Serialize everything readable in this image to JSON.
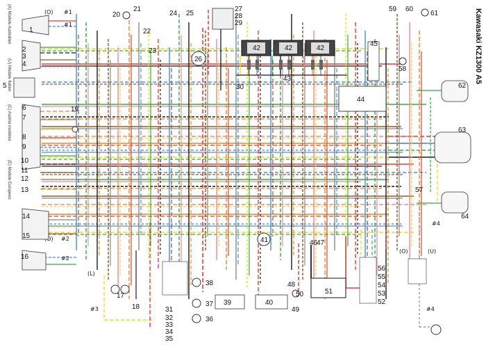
{
  "diagram": {
    "title": "Kawasaki KZ1300 A5",
    "side_notes": [
      "(A) Modele Australien",
      "(U) Modele Italien",
      "(C) Austria modeles",
      "(E) Modele Europees"
    ],
    "symbols": {
      "o": "(O)",
      "u": "(U)",
      "h1": "#1",
      "h2": "#2",
      "h3": "#3",
      "h4": "#4",
      "l": "(L)"
    },
    "labels": [
      "1",
      "2",
      "3",
      "4",
      "5",
      "6",
      "7",
      "8",
      "9",
      "10",
      "11",
      "12",
      "13",
      "14",
      "15",
      "16",
      "17",
      "18",
      "19",
      "20",
      "21",
      "22",
      "23",
      "24",
      "25",
      "26",
      "27",
      "28",
      "29",
      "30",
      "31",
      "32",
      "33",
      "34",
      "35",
      "36",
      "37",
      "38",
      "39",
      "40",
      "41",
      "42",
      "43",
      "44",
      "45",
      "46",
      "47",
      "48",
      "49",
      "50",
      "51",
      "52",
      "53",
      "54",
      "55",
      "56",
      "57",
      "58",
      "59",
      "60",
      "61",
      "62",
      "63",
      "64"
    ],
    "colors": {
      "red": "#d6453a",
      "yellow": "#eadc2a",
      "blue": "#4a8fd6",
      "green": "#3aa84a",
      "black": "#1a1a1a",
      "brown": "#8a5a2a",
      "pink": "#e58aa6",
      "orange": "#e08a2a",
      "gray": "#888888",
      "white_dash": "#dddddd"
    }
  }
}
